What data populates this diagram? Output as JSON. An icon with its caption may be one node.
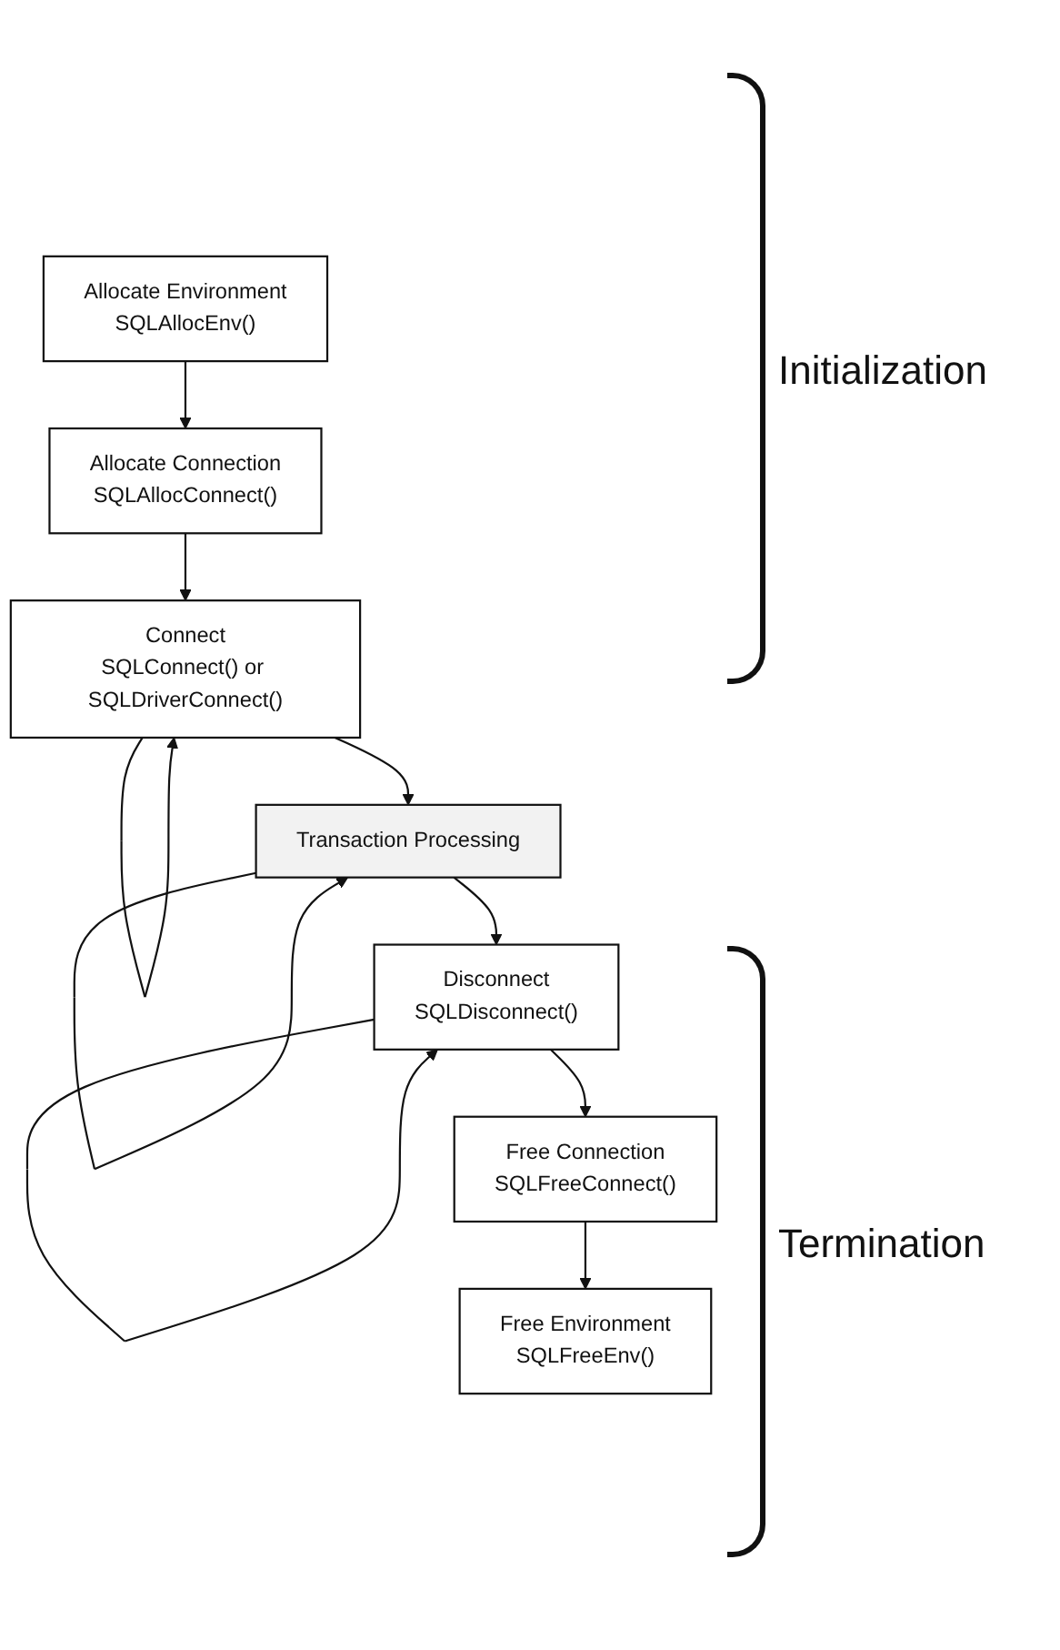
{
  "diagram": {
    "nodes": [
      {
        "text": [
          "Allocate Environment",
          "SQLAllocEnv()"
        ]
      },
      {
        "text": [
          "Allocate Connection",
          "SQLAllocConnect()"
        ]
      },
      {
        "text": [
          "Connect",
          "SQLConnect() or SQLDriverConnect()"
        ]
      },
      {
        "text": [
          "Transaction Processing"
        ]
      },
      {
        "text": [
          "Disconnect",
          "SQLDisconnect()"
        ]
      },
      {
        "text": [
          "Free Connection",
          "SQLFreeConnect()"
        ]
      },
      {
        "text": [
          "Free Environment",
          "SQLFreeEnv()"
        ]
      }
    ],
    "edges": [
      {
        "from": 0,
        "to": 1,
        "arrow": "to"
      },
      {
        "from": 1,
        "to": 2,
        "arrow": "to"
      },
      {
        "from": 2,
        "to": 2,
        "arrow": "to"
      },
      {
        "from": 2,
        "to": 3,
        "arrow": "to"
      },
      {
        "from": 3,
        "to": 3,
        "arrow": "to"
      },
      {
        "from": 3,
        "to": 4,
        "arrow": "to"
      },
      {
        "from": 4,
        "to": 4,
        "arrow": "to"
      },
      {
        "from": 4,
        "to": 5,
        "arrow": "to"
      },
      {
        "from": 5,
        "to": 6,
        "arrow": "to"
      }
    ],
    "labels": [
      "Initialization",
      "Termination"
    ]
  }
}
